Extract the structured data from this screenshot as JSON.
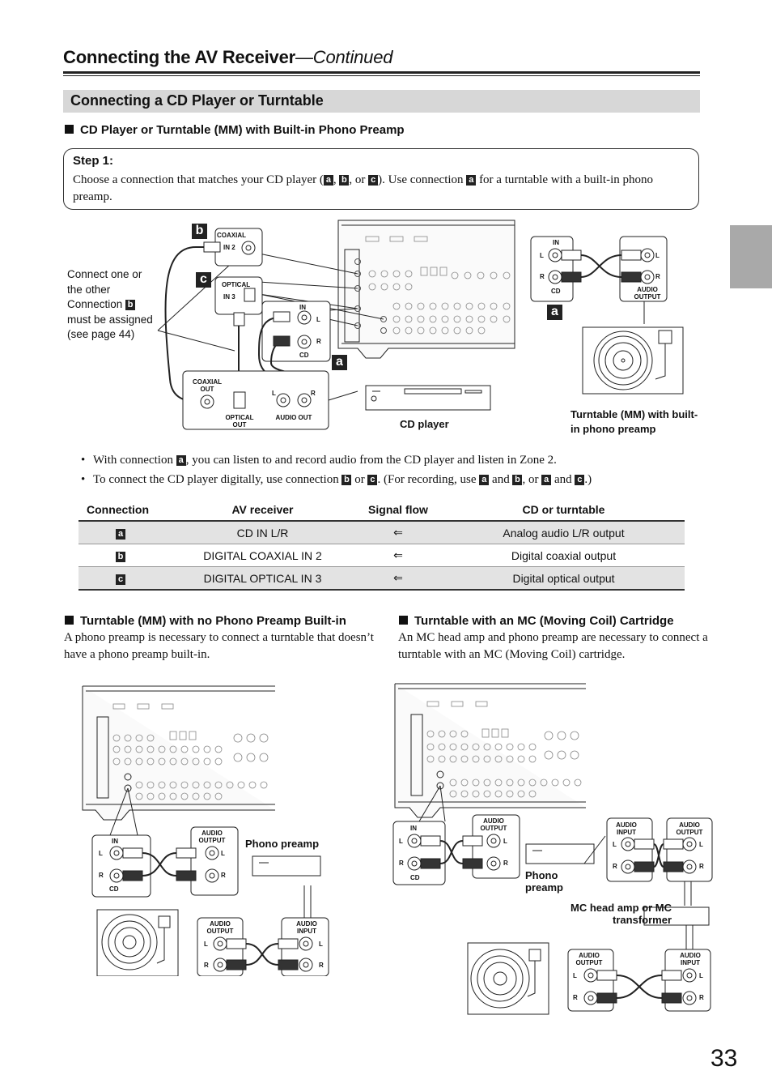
{
  "header": {
    "title": "Connecting the AV Receiver",
    "title_continued": "—Continued"
  },
  "section": {
    "title": "Connecting a CD Player or Turntable"
  },
  "sub1": {
    "heading": "CD Player or Turntable (MM) with Built-in Phono Preamp"
  },
  "step": {
    "label": "Step 1:",
    "text_1": "Choose a connection that matches your CD player (",
    "sep_1": ", ",
    "sep_2": ", or ",
    "text_2": "). Use connection ",
    "text_3": " for a turntable with a built-in phono preamp."
  },
  "letters": {
    "a": "a",
    "b": "b",
    "c": "c"
  },
  "diagram1": {
    "callout": "Connect one or the other Connection",
    "callout_2": "must be assigned (see page 44)",
    "coaxial": "COAXIAL",
    "in2": "IN 2",
    "optical": "OPTICAL",
    "in3": "IN 3",
    "in": "IN",
    "l": "L",
    "r": "R",
    "cd": "CD",
    "coaxial_out": "COAXIAL OUT",
    "optical_out": "OPTICAL OUT",
    "audio_out": "AUDIO OUT",
    "audio_output": "AUDIO OUTPUT",
    "cd_player": "CD player",
    "turntable": "Turntable (MM) with built-in phono preamp"
  },
  "bullets": {
    "b1_pre": "With connection",
    "b1_post": ", you can listen to and record audio from the CD player and listen in Zone 2.",
    "b2_pre": "To connect the CD player digitally, use connection",
    "b2_or": "or",
    "b2_mid": ". (For recording, use",
    "b2_and": "and",
    "b2_comma_or": ", or",
    "b2_and2": "and",
    "b2_end": ".)"
  },
  "table": {
    "headers": [
      "Connection",
      "AV receiver",
      "Signal flow",
      "CD or turntable"
    ],
    "rows": [
      {
        "conn": "a",
        "av": "CD IN L/R",
        "flow": "⇐",
        "cd": "Analog audio L/R output"
      },
      {
        "conn": "b",
        "av": "DIGITAL COAXIAL IN 2",
        "flow": "⇐",
        "cd": "Digital coaxial output"
      },
      {
        "conn": "c",
        "av": "DIGITAL OPTICAL IN 3",
        "flow": "⇐",
        "cd": "Digital optical output"
      }
    ]
  },
  "sub2": {
    "heading": "Turntable (MM) with no Phono Preamp Built-in",
    "text": "A phono preamp is necessary to connect a turntable that doesn’t have a phono preamp built-in."
  },
  "sub3": {
    "heading": "Turntable with an MC (Moving Coil) Cartridge",
    "text": "An MC head amp and phono preamp are necessary to connect a turntable with an MC (Moving Coil) cartridge."
  },
  "diagram2": {
    "in": "IN",
    "l": "L",
    "r": "R",
    "cd": "CD",
    "audio_output": "AUDIO OUTPUT",
    "audio_input": "AUDIO INPUT",
    "phono_preamp": "Phono preamp"
  },
  "diagram3": {
    "in": "IN",
    "l": "L",
    "r": "R",
    "cd": "CD",
    "audio_output": "AUDIO OUTPUT",
    "audio_input": "AUDIO INPUT",
    "phono_preamp": "Phono preamp",
    "mc_head_amp": "MC head amp or MC transformer"
  },
  "page_number": "33"
}
